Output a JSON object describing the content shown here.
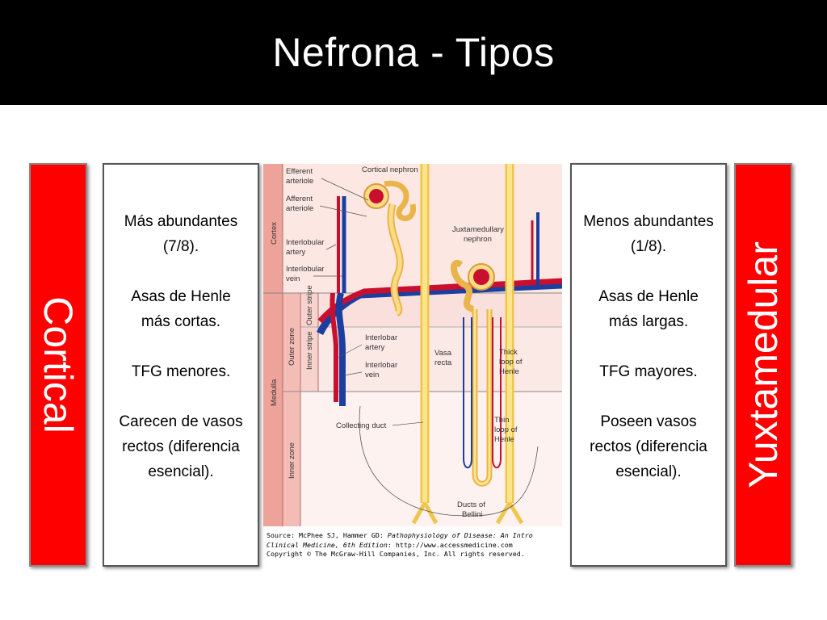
{
  "slide": {
    "title": "Nefrona - Tipos"
  },
  "left_banner": {
    "label": "Cortical",
    "color": "#ff0000"
  },
  "right_banner": {
    "label": "Yuxtamedular",
    "color": "#ff0000"
  },
  "left_box": {
    "items": [
      "Más abundantes (7/8).",
      "Asas de Henle más cortas.",
      "TFG menores.",
      "Carecen de vasos rectos (diferencia esencial)."
    ]
  },
  "right_box": {
    "items": [
      "Menos abundantes (1/8).",
      "Asas de Henle más largas.",
      "TFG mayores.",
      "Poseen vasos rectos (diferencia esencial)."
    ]
  },
  "figure": {
    "zones": {
      "cortex": "Cortex",
      "medulla": "Medulla",
      "outer_zone": "Outer zone",
      "inner_zone": "Inner zone",
      "outer_stripe": "Outer stripe",
      "inner_stripe": "Inner stripe"
    },
    "labels": {
      "efferent_arteriole": [
        "Efferent",
        "arteriole"
      ],
      "afferent_arteriole": [
        "Afferent",
        "arteriole"
      ],
      "interlobular_artery": [
        "Interlobular",
        "artery"
      ],
      "interlobular_vein": [
        "Interlobular",
        "vein"
      ],
      "cortical_nephron": "Cortical nephron",
      "juxtamedullary_nephron": [
        "Juxtamedullary",
        "nephron"
      ],
      "interlobar_artery": [
        "Interlobar",
        "artery"
      ],
      "interlobar_vein": [
        "Interlobar",
        "vein"
      ],
      "vasa_recta": [
        "Vasa",
        "recta"
      ],
      "thick_loop": [
        "Thick",
        "loop of",
        "Henle"
      ],
      "thin_loop": [
        "Thin",
        "loop of",
        "Henle"
      ],
      "collecting_duct": "Collecting duct",
      "ducts_of_bellini": [
        "Ducts of",
        "Bellini"
      ]
    },
    "source": {
      "line1_prefix": "Source: McPhee SJ, Hammer GD: ",
      "line1_italic": "Pathophysiology of Disease: An Intro",
      "line2_italic": "Clinical Medicine, 6th Edition",
      "line2_suffix": ": http://www.accessmedicine.com",
      "line3": "Copyright © The McGraw-Hill Companies, Inc. All rights reserved."
    }
  }
}
